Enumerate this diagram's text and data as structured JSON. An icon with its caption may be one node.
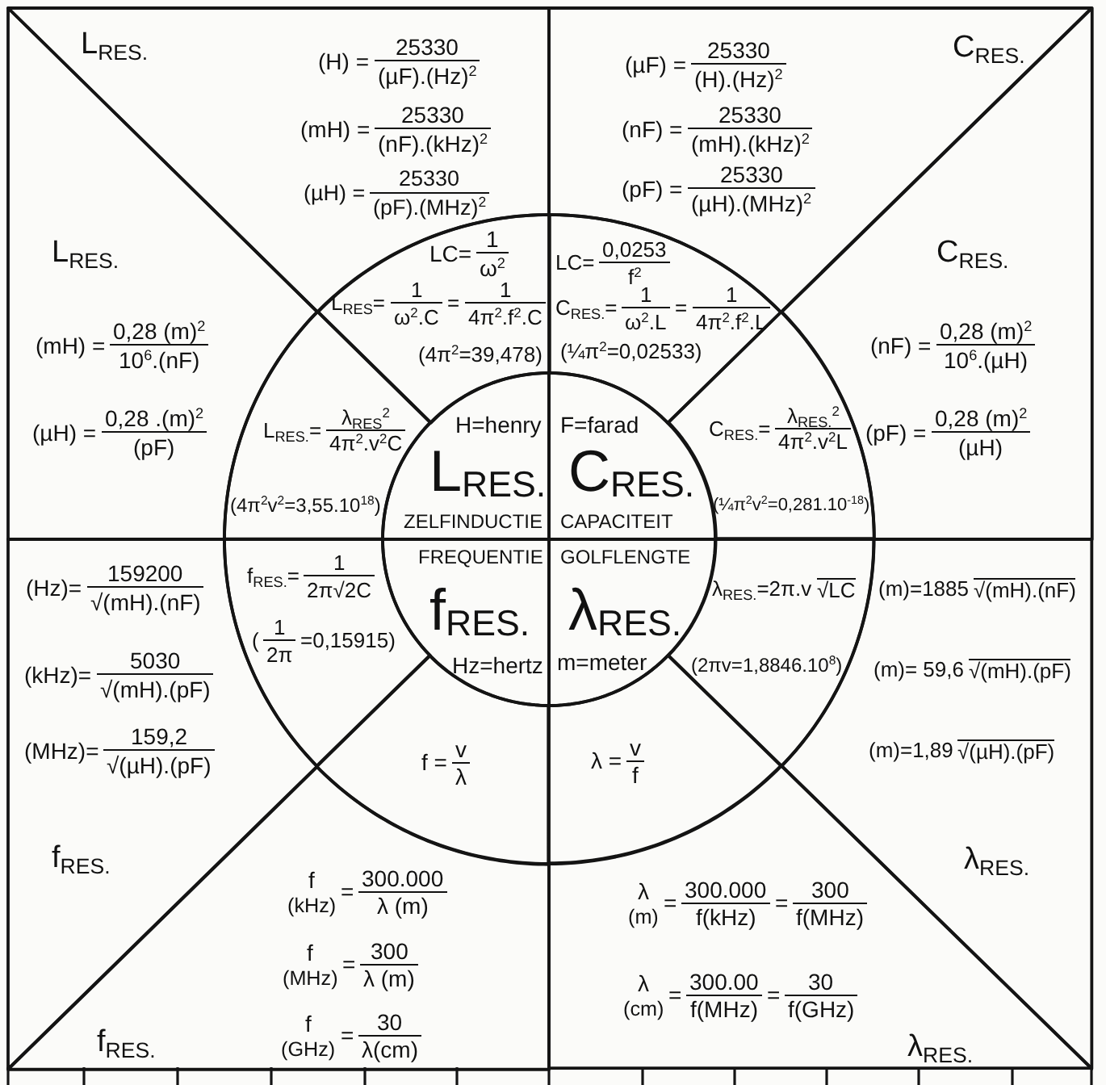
{
  "diagram": {
    "nodes": [
      {
        "text": [
          "L$_{RES.}$",
          "(H) =",
          "25330",
          "(µF).(Hz)$^{2}$",
          "(mH) =",
          "25330",
          "(nF).(kHz)$^{2}$",
          "(µH) =",
          "25330",
          "(pF).(MHz)$^{2}$"
        ]
      },
      {
        "text": [
          "C$_{RES.}$",
          "(µF) =",
          "25330",
          "(H).(Hz)$^{2}$",
          "(nF) =",
          "25330",
          "(mH).(kHz)$^{2}$",
          "(pF) =",
          "25330",
          "(µH).(MHz)$^{2}$"
        ]
      },
      {
        "text": [
          "L$_{RES.}$",
          "(mH) =",
          "0,28 (m)$^{2}$",
          "10$^{6}$.(nF)",
          "(µH) =",
          "0,28 .(m)$^{2}$",
          "(pF)"
        ]
      },
      {
        "text": [
          "C$_{RES.}$",
          "(nF) =",
          "0,28 (m)$^{2}$",
          "10$^{6}$.(µH)",
          "(pF) =",
          "0,28 (m)$^{2}$",
          "(µH)"
        ]
      },
      {
        "text": [
          "(Hz)=",
          "159200",
          "√(mH).(nF)",
          "(kHz)=",
          "5030",
          "√(mH).(pF)",
          "(MHz)=",
          "159,2",
          "√(µH).(pF)",
          "f$_{RES.}$"
        ]
      },
      {
        "text": [
          "(m)=1885",
          "√(mH).(nF)",
          "(m)= 59,6",
          "√(mH).(pF)",
          "(m)=1,89",
          "√(µH).(pF)",
          "λ$_{RES.}$"
        ]
      },
      {
        "text": [
          "f$_{RES.}$",
          "f",
          "(kHz)",
          "=",
          "300.000",
          "λ (m)",
          "f",
          "(MHz)",
          "=",
          "300",
          "λ (m)",
          "f",
          "(GHz)",
          "=",
          "30",
          "λ(cm)"
        ]
      },
      {
        "text": [
          "λ$_{RES.}$",
          "λ",
          "(m)",
          "=",
          "300.000",
          "f(kHz)",
          "=",
          "300",
          "f(MHz)",
          "λ",
          "(cm)",
          "=",
          "300.00",
          "f(MHz)",
          "=",
          "30",
          "f(GHz)"
        ]
      },
      {
        "text": [
          "LC=",
          "1",
          "ω$^{2}$",
          "L$_{RES}$=",
          "1",
          "ω$^{2}$.C",
          "=",
          "1",
          "4π$^{2}$.f$^{2}$.C",
          "(4π$^{2}$=39,478)"
        ]
      },
      {
        "text": [
          "LC=",
          "0,0253",
          "f$^{2}$",
          "C$_{RES.}$=",
          "1",
          "ω$^{2}$.L",
          "=",
          "1",
          "4π$^{2}$.f$^{2}$.L",
          "(¼π$^{2}$=0,02533)"
        ]
      },
      {
        "text": [
          "L$_{RES.}$=",
          "λ$_{RES}$$^{2}$",
          "4π$^{2}$.v$^{2}$C",
          "(4π$^{2}$v$^{2}$=3,55.10$^{18}$)"
        ]
      },
      {
        "text": [
          "C$_{RES.}$=",
          "λ$_{RES.}$$^{2}$",
          "4π$^{2}$.v$^{2}$L",
          "(¼π$^{2}$v$^{2}$=0,281.10$^{-18}$)"
        ]
      },
      {
        "text": [
          "f$_{RES.}$=",
          "1",
          "2π√2C",
          "(",
          "1",
          "2π",
          "=0,15915)"
        ]
      },
      {
        "text": [
          "λ$_{RES.}$=2π.v",
          "√LC",
          "(2πv=1,8846.10$^{8}$)"
        ]
      },
      {
        "text": [
          "f =",
          "v",
          "λ"
        ]
      },
      {
        "text": [
          "λ =",
          "v",
          "f"
        ]
      },
      {
        "text": [
          "H=henry",
          "L$_{RES.}$",
          "ZELFINDUCTIE"
        ]
      },
      {
        "text": [
          "F=farad",
          "C$_{RES.}$",
          "CAPACITEIT"
        ]
      },
      {
        "text": [
          "FREQUENTIE",
          "f$_{RES.}$",
          "Hz=hertz"
        ]
      },
      {
        "text": [
          "GOLFLENGTE",
          "λ$_{RES.}$",
          "m=meter"
        ]
      }
    ]
  }
}
